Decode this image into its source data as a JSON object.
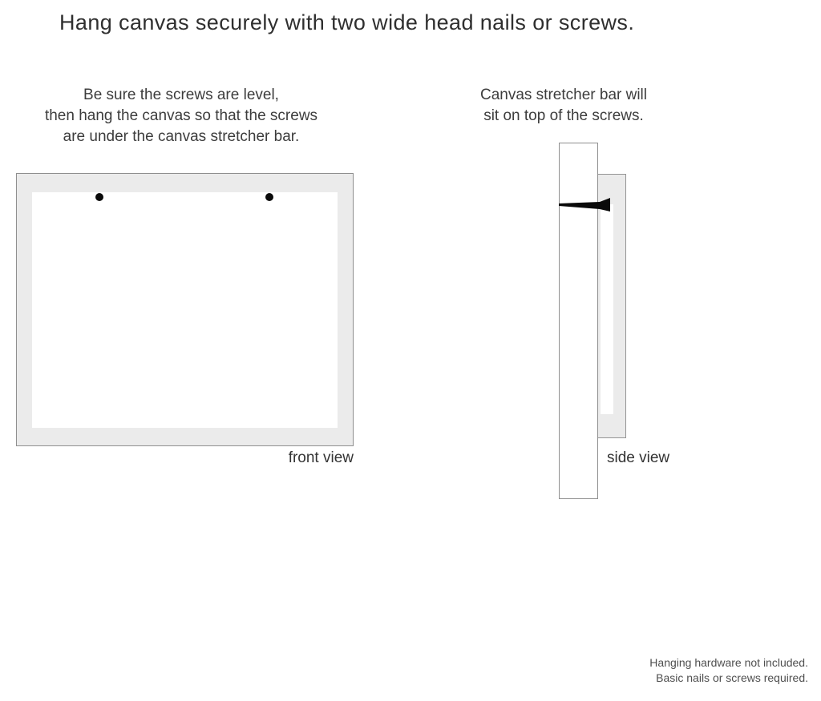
{
  "title": "Hang canvas securely with two wide head nails or screws.",
  "instructions": {
    "left": "Be sure the screws are level,\nthen hang the canvas so that the screws\nare under the canvas stretcher bar.",
    "right": "Canvas stretcher bar will\nsit on top of the screws."
  },
  "diagrams": {
    "front": {
      "label": "front view",
      "nail_count": 2
    },
    "side": {
      "label": "side view"
    }
  },
  "footer": {
    "note": "Hanging hardware not included.\nBasic nails or screws required."
  },
  "colors": {
    "background": "#ffffff",
    "canvas_border_fill": "#ebebeb",
    "outline": "#8f8f8f",
    "nail": "#0a0a0a",
    "text": "#3d3d3d",
    "footer_text": "#4f4f4f"
  }
}
